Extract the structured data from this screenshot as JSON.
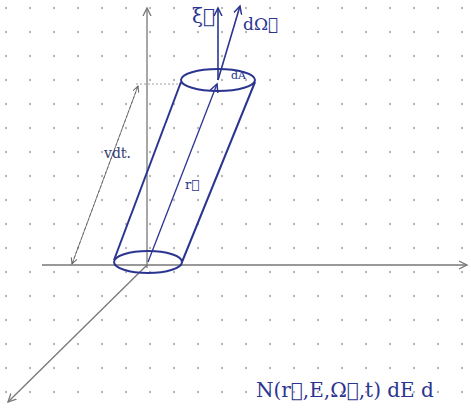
{
  "diagram": {
    "labels": [
      "ξ⃗",
      "dΩ⃗",
      "dA",
      "vdt.",
      "r⃗",
      "N(r⃗,E,Ω⃗,t) dE d"
    ]
  }
}
